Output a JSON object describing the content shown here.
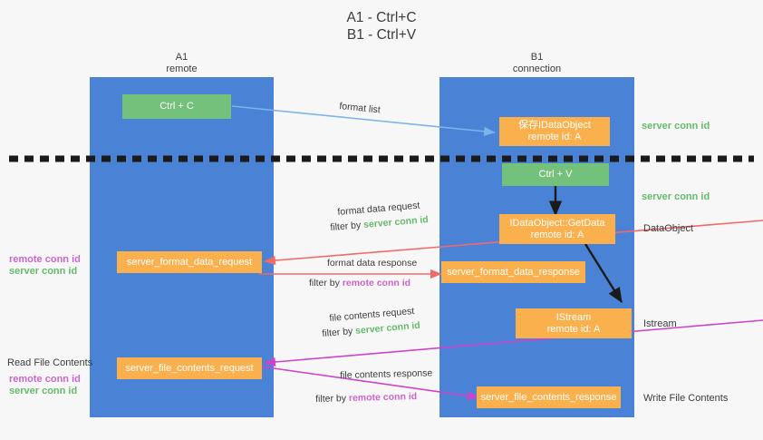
{
  "title": "A1 - Ctrl+C\nB1 - Ctrl+V",
  "columns": {
    "a": {
      "name": "A1",
      "sub": "remote",
      "header": "A1\nremote"
    },
    "b": {
      "name": "B1",
      "sub": "connection",
      "header": "B1\nconnection"
    }
  },
  "boxes": {
    "ctrl_c": "Ctrl + C",
    "ctrl_v": "Ctrl + V",
    "save_idataobject": "保存IDataObject\nremote id: A",
    "getdata": "IDataObject::GetData\nremote id: A",
    "istream": "IStream\nremote id: A",
    "server_format_data_request": "server_format_data_request",
    "server_format_data_response": "server_format_data_response",
    "server_file_contents_request": "server_file_contents_request",
    "server_file_contents_response": "server_file_contents_response"
  },
  "right_labels": {
    "server_conn_id_top": "server conn id",
    "server_conn_id_mid": "server conn id",
    "dataobject": "DataObject",
    "istream": "Istream",
    "write_file_contents": "Write File Contents"
  },
  "left_labels": {
    "remote_conn_id_1": "remote conn id",
    "server_conn_id_1": "server conn id",
    "read_file_contents": "Read File Contents",
    "remote_conn_id_2": "remote conn id",
    "server_conn_id_2": "server conn id"
  },
  "annotations": {
    "format_list": "format list",
    "format_data_request": "format data request",
    "format_data_filter_prefix": "filter by ",
    "format_data_filter_value": "server conn id",
    "format_data_response": "format data response",
    "format_response_filter_prefix": "filter by ",
    "format_response_filter_value": "remote conn id",
    "file_contents_request": "file contents request",
    "file_request_filter_prefix": "filter by ",
    "file_request_filter_value": "server conn id",
    "file_contents_response": "file contents response",
    "file_response_filter_prefix": "filter by ",
    "file_response_filter_value": "remote conn id"
  },
  "colors": {
    "column_blue": "#4a82d6",
    "box_green": "#73c17a",
    "box_orange": "#fbb04e",
    "arrow_lightblue": "#7cb3e8",
    "arrow_red": "#ef6a6a",
    "arrow_magenta": "#cc44cc",
    "arrow_black": "#1a1a1a",
    "label_green": "#66bb6a",
    "label_magenta": "#cc66cc",
    "background": "#f7f7f7"
  }
}
